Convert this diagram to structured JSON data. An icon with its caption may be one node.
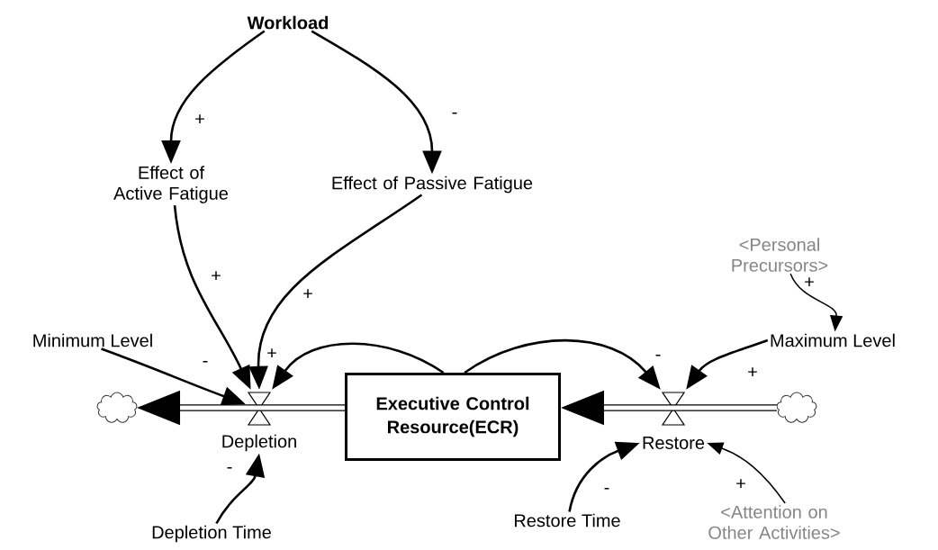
{
  "diagram": {
    "nodes": [
      {
        "text": [
          "Workload"
        ]
      },
      {
        "text": [
          "Effect of Active Fatigue"
        ]
      },
      {
        "text": [
          "Effect of Passive Fatigue"
        ]
      },
      {
        "text": [
          "<Personal Precursors>"
        ]
      },
      {
        "text": [
          "Minimum Level"
        ]
      },
      {
        "text": [
          "Maximum Level"
        ]
      },
      {
        "text": [],
        "shape": "cloud"
      },
      {
        "text": [
          "Depletion"
        ]
      },
      {
        "text": [
          "Executive Control Resource(ECR)"
        ]
      },
      {
        "text": [
          "Restore"
        ]
      },
      {
        "text": [],
        "shape": "cloud"
      },
      {
        "text": [
          "Depletion Time"
        ]
      },
      {
        "text": [
          "Restore Time"
        ]
      },
      {
        "text": [
          "<Attention on Other Activities>"
        ]
      }
    ],
    "edges": [
      {
        "from": 0,
        "to": 1,
        "arrow": "to",
        "label": "+"
      },
      {
        "from": 0,
        "to": 2,
        "arrow": "to",
        "label": "-"
      },
      {
        "from": 1,
        "to": 7,
        "arrow": "to",
        "label": "+"
      },
      {
        "from": 2,
        "to": 7,
        "arrow": "to",
        "label": "+"
      },
      {
        "from": 4,
        "to": 7,
        "arrow": "to",
        "label": "-"
      },
      {
        "from": 8,
        "to": 7,
        "arrow": "to",
        "label": "+"
      },
      {
        "from": 8,
        "to": 9,
        "arrow": "to",
        "label": "-"
      },
      {
        "from": 5,
        "to": 9,
        "arrow": "to",
        "label": "+"
      },
      {
        "from": 3,
        "to": 5,
        "arrow": "to",
        "label": "+"
      },
      {
        "from": 10,
        "to": 8,
        "arrow": "to",
        "style": "thick"
      },
      {
        "from": 8,
        "to": 6,
        "arrow": "to",
        "style": "thick"
      },
      {
        "from": 11,
        "to": 7,
        "arrow": "to",
        "label": "-"
      },
      {
        "from": 12,
        "to": 9,
        "arrow": "to",
        "label": "-"
      },
      {
        "from": 13,
        "to": 9,
        "arrow": "to",
        "label": "+"
      }
    ]
  }
}
